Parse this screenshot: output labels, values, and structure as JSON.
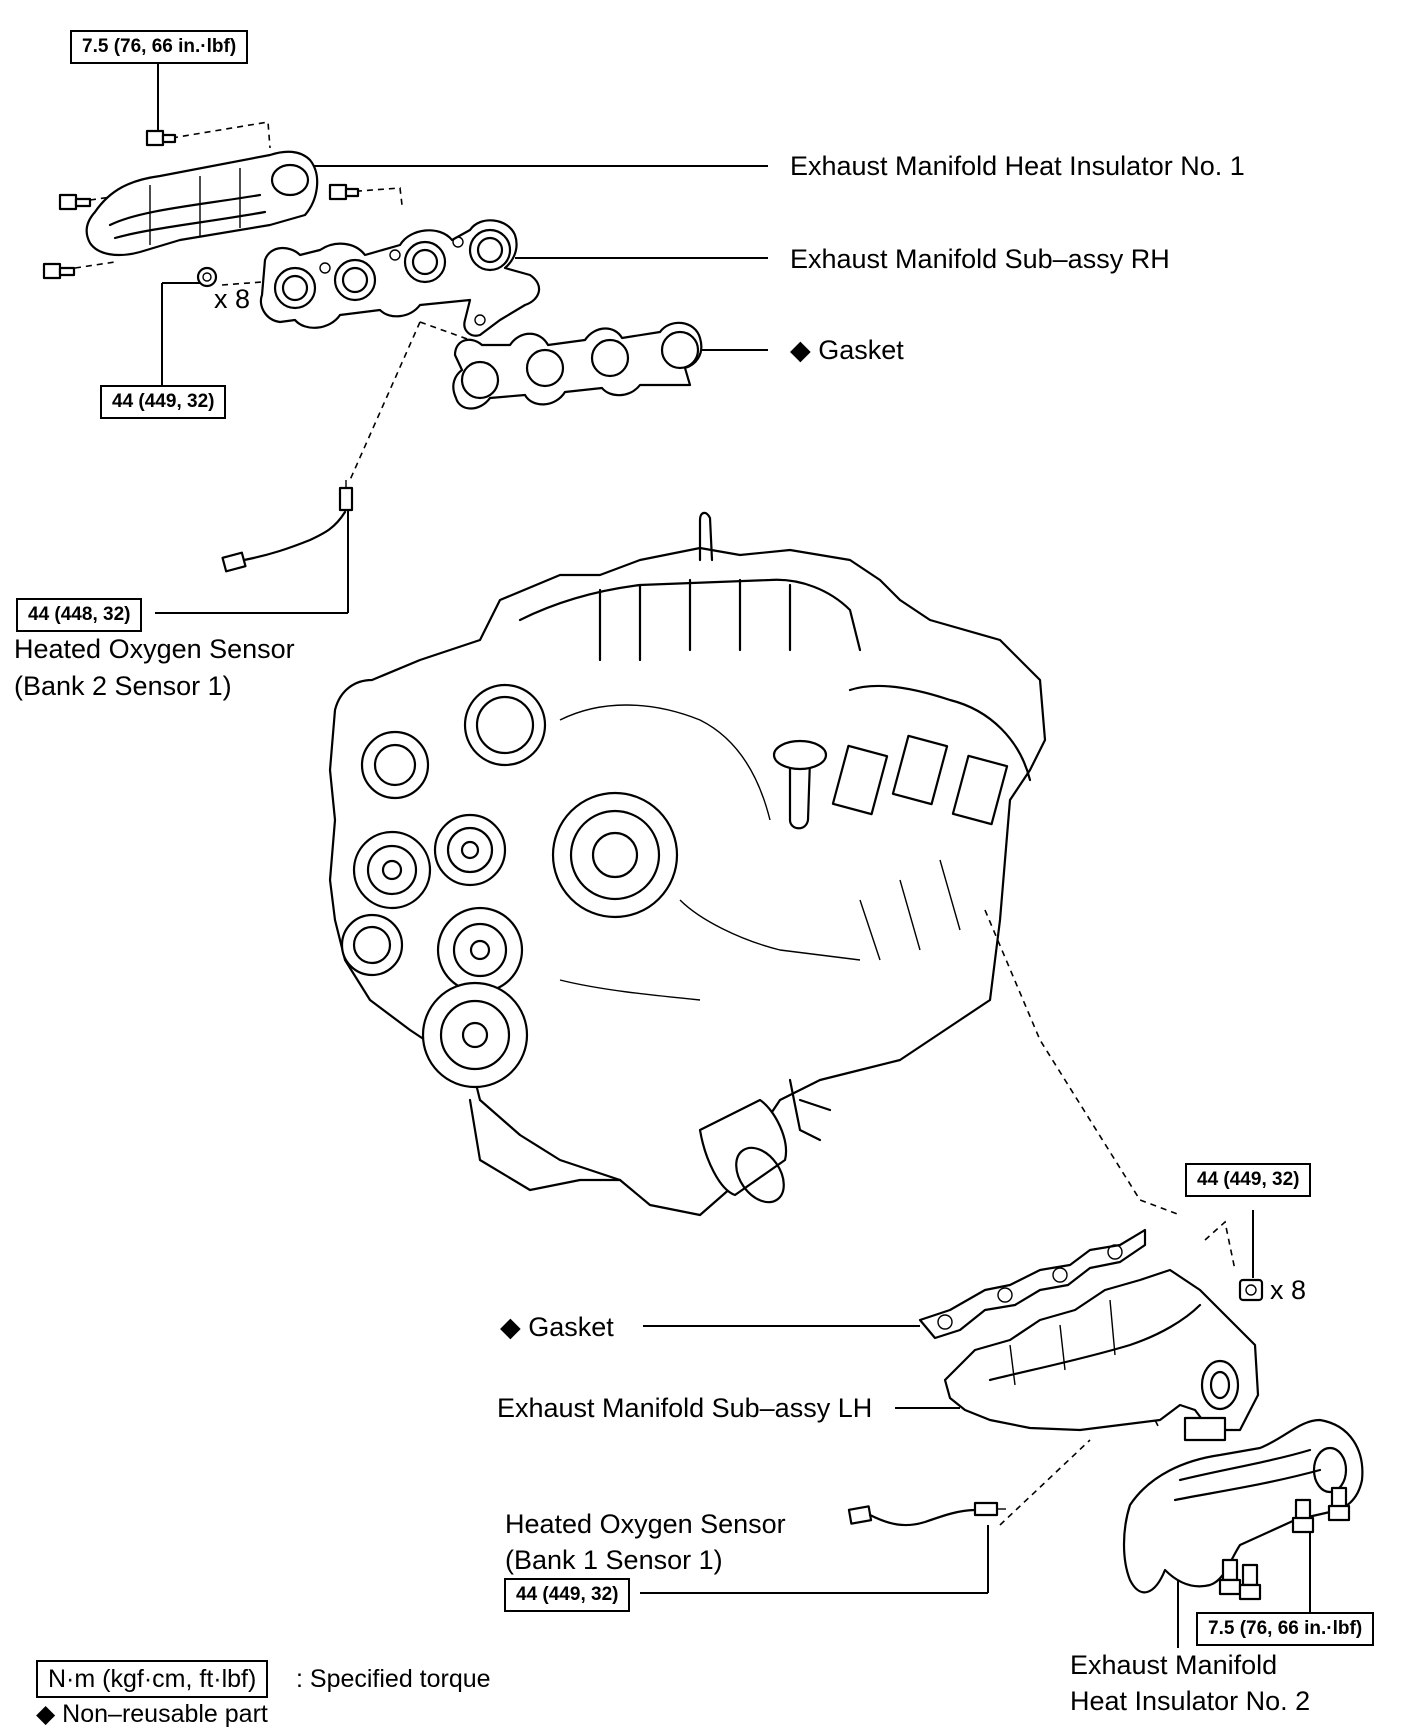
{
  "torque": {
    "insulator_rh_bolt": "7.5 (76, 66 in.·lbf)",
    "manifold_rh_nut": "44 (449, 32)",
    "sensor_bank2": "44 (448, 32)",
    "manifold_lh_nut": "44 (449, 32)",
    "sensor_bank1": "44 (449, 32)",
    "insulator_lh_bolt": "7.5 (76, 66 in.·lbf)"
  },
  "quantities": {
    "rh_nuts": "x 8",
    "lh_nuts": "x 8"
  },
  "parts": {
    "insulator_no1": "Exhaust Manifold Heat Insulator No. 1",
    "manifold_rh": "Exhaust Manifold Sub–assy RH",
    "gasket_rh": "◆ Gasket",
    "sensor_bank2_line1": "Heated Oxygen Sensor",
    "sensor_bank2_line2": "(Bank 2 Sensor 1)",
    "gasket_lh": "◆ Gasket",
    "manifold_lh": "Exhaust Manifold Sub–assy LH",
    "sensor_bank1_line1": "Heated Oxygen Sensor",
    "sensor_bank1_line2": "(Bank 1 Sensor 1)",
    "insulator_no2_line1": "Exhaust Manifold",
    "insulator_no2_line2": "Heat Insulator No. 2"
  },
  "legend": {
    "unit_box": "N·m (kgf·cm, ft·lbf)",
    "unit_text": ": Specified torque",
    "non_reusable": "◆ Non–reusable part"
  }
}
